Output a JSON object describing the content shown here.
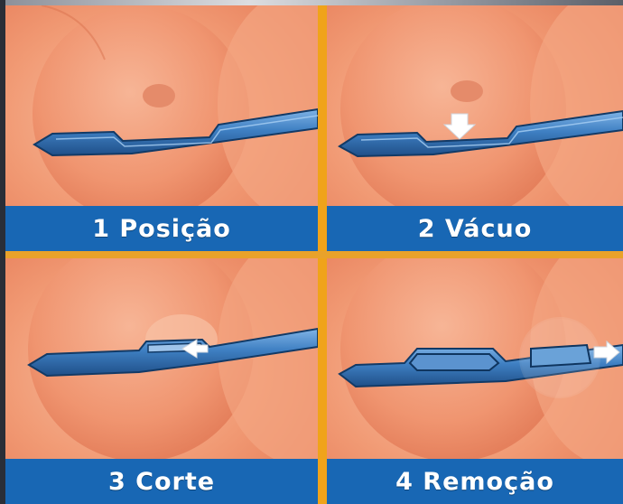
{
  "panels": [
    {
      "caption": "1 Posição"
    },
    {
      "caption": "2 Vácuo"
    },
    {
      "caption": "3 Corte"
    },
    {
      "caption": "4 Remoção"
    }
  ],
  "colors": {
    "skin": "#f0926d",
    "skin_light": "#f7b699",
    "needle": "#3e7fc0",
    "caption_bar": "#1867b4",
    "divider": "#f0a31a",
    "caption_text": "#ffffff"
  }
}
